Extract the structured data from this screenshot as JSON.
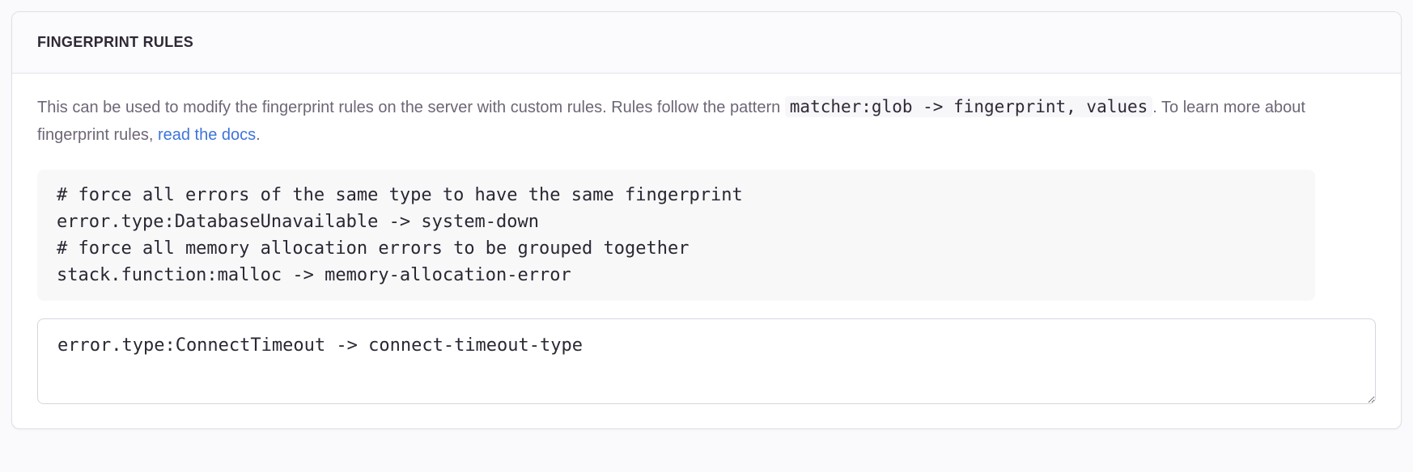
{
  "panel": {
    "title": "FINGERPRINT RULES",
    "description": {
      "part1": "This can be used to modify the fingerprint rules on the server with custom rules. Rules follow the pattern ",
      "pattern_code": "matcher:glob -> fingerprint, values",
      "part2": ". To learn more about fingerprint rules, ",
      "link_label": "read the docs",
      "part3": "."
    },
    "example_lines": [
      "# force all errors of the same type to have the same fingerprint",
      "error.type:DatabaseUnavailable -> system-down",
      "# force all memory allocation errors to be grouped together",
      "stack.function:malloc -> memory-allocation-error"
    ],
    "input_value": "error.type:ConnectTimeout -> connect-timeout-type",
    "colors": {
      "page_background": "#faf9fb",
      "panel_border": "#e2dee6",
      "title_text": "#2f2936",
      "description_text": "#6e6676",
      "link_blue": "#3d74db",
      "code_text": "#2b2733",
      "example_background": "#f8f8f9"
    }
  }
}
